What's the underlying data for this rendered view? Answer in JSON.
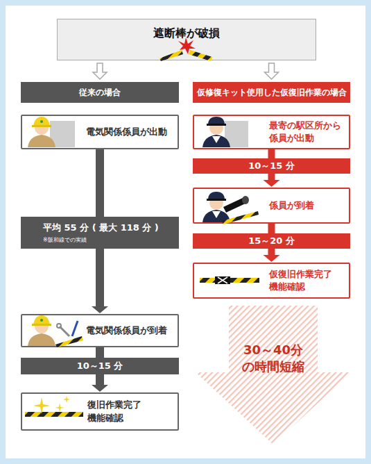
{
  "diagram": {
    "title": "遮断棒が破損",
    "nodes": [
      {
        "text": [
          "遮断棒が破損"
        ]
      },
      {
        "text": [
          "従来の場合"
        ]
      },
      {
        "text": [
          "仮修復キット使用した仮復旧作業の場合"
        ]
      },
      {
        "text": [
          "電気関係係員が出動"
        ]
      },
      {
        "text": [
          "平均 55 分 ( 最大 118 分 )",
          "※阪和線での実績"
        ]
      },
      {
        "text": [
          "電気関係係員が到着"
        ]
      },
      {
        "text": [
          "10～15 分"
        ]
      },
      {
        "text": [
          "復旧作業完了 機能確認"
        ]
      },
      {
        "text": [
          "最寄の駅区所から 係員が出動"
        ]
      },
      {
        "text": [
          "10～15 分"
        ]
      },
      {
        "text": [
          "係員が到着"
        ]
      },
      {
        "text": [
          "15～20 分"
        ]
      },
      {
        "text": [
          "仮復旧作業完了 機能確認"
        ]
      },
      {
        "text": [
          "30～40分 の時間短縮"
        ]
      }
    ],
    "edges": [
      {
        "from": 0,
        "to": 1,
        "arrow": "to"
      },
      {
        "from": 0,
        "to": 2,
        "arrow": "to"
      },
      {
        "from": 3,
        "to": 4,
        "arrow": "none"
      },
      {
        "from": 4,
        "to": 5,
        "arrow": "to"
      },
      {
        "from": 5,
        "to": 6,
        "arrow": "none"
      },
      {
        "from": 6,
        "to": 7,
        "arrow": "to"
      },
      {
        "from": 8,
        "to": 9,
        "arrow": "none"
      },
      {
        "from": 9,
        "to": 10,
        "arrow": "to"
      },
      {
        "from": 10,
        "to": 11,
        "arrow": "none"
      },
      {
        "from": 11,
        "to": 12,
        "arrow": "to"
      }
    ]
  }
}
